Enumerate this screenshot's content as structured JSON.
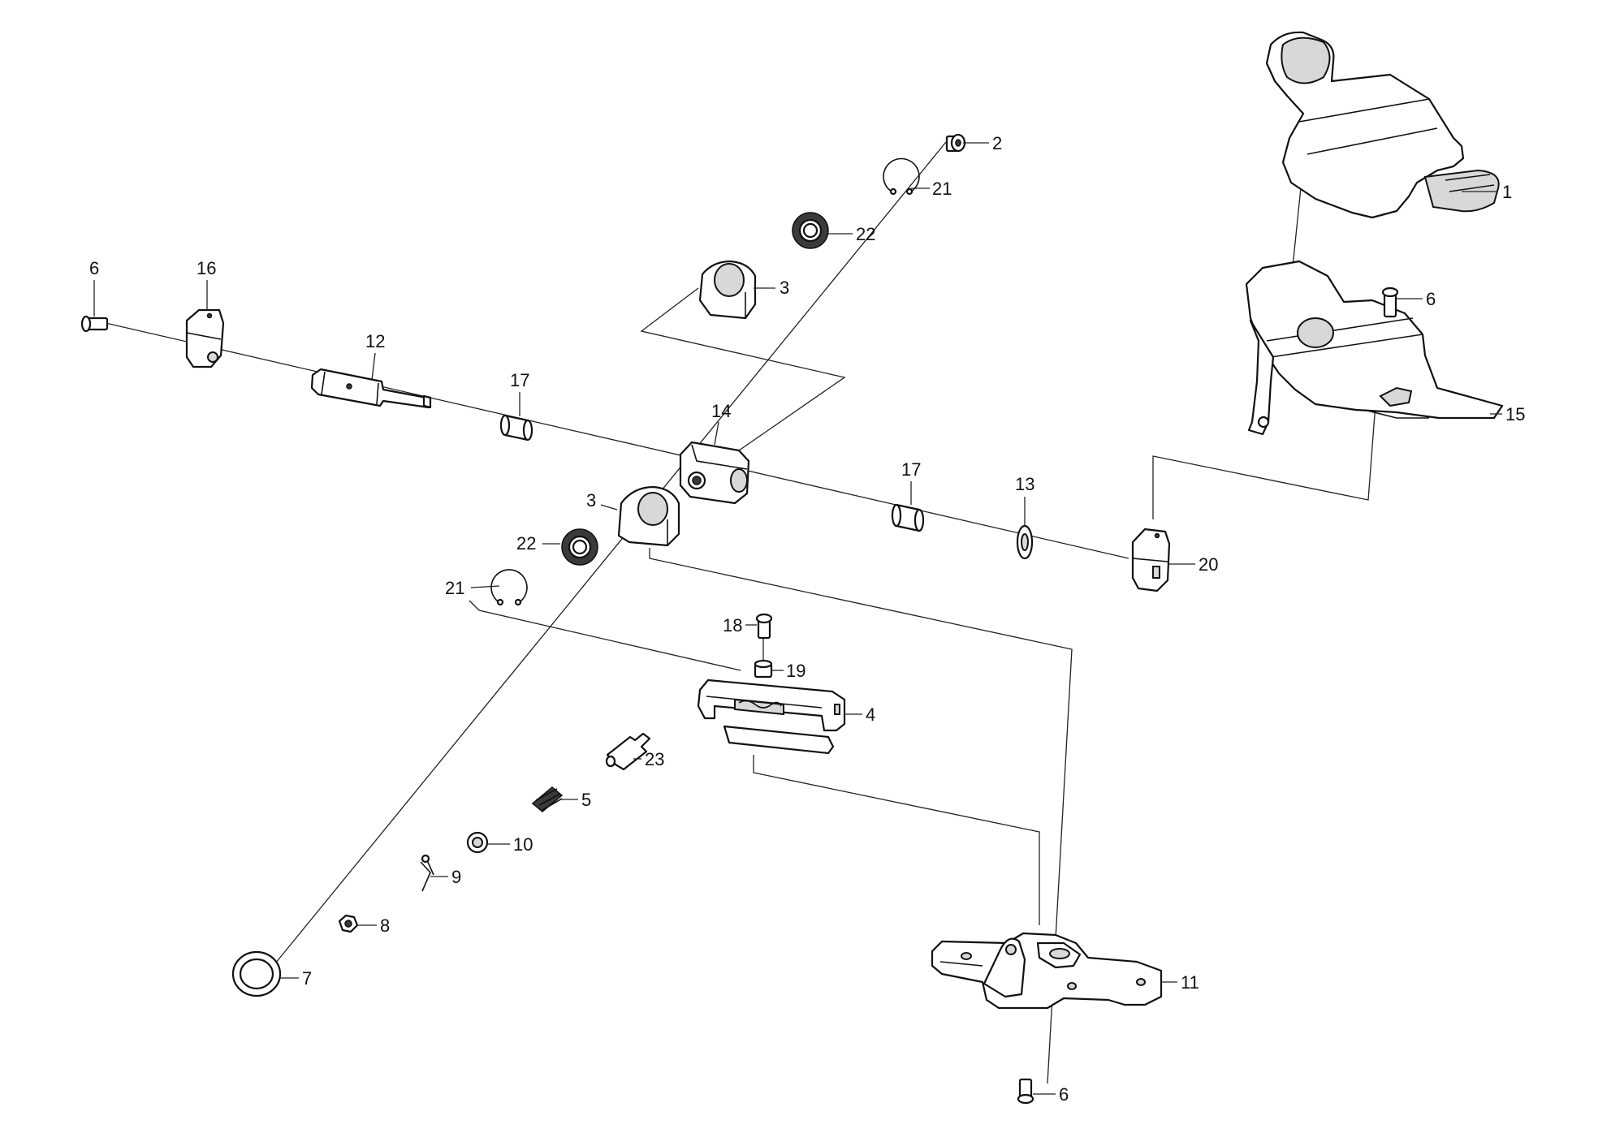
{
  "diagram": {
    "part_numbers": {
      "p1": "1",
      "p2": "2",
      "p3a": "3",
      "p3b": "3",
      "p4": "4",
      "p5": "5",
      "p6a": "6",
      "p6b": "6",
      "p6c": "6",
      "p7": "7",
      "p8": "8",
      "p9": "9",
      "p10": "10",
      "p11": "11",
      "p12": "12",
      "p13": "13",
      "p14": "14",
      "p15": "15",
      "p16": "16",
      "p17a": "17",
      "p17b": "17",
      "p18": "18",
      "p19": "19",
      "p20": "20",
      "p21a": "21",
      "p21b": "21",
      "p22a": "22",
      "p22b": "22",
      "p23": "23"
    }
  }
}
